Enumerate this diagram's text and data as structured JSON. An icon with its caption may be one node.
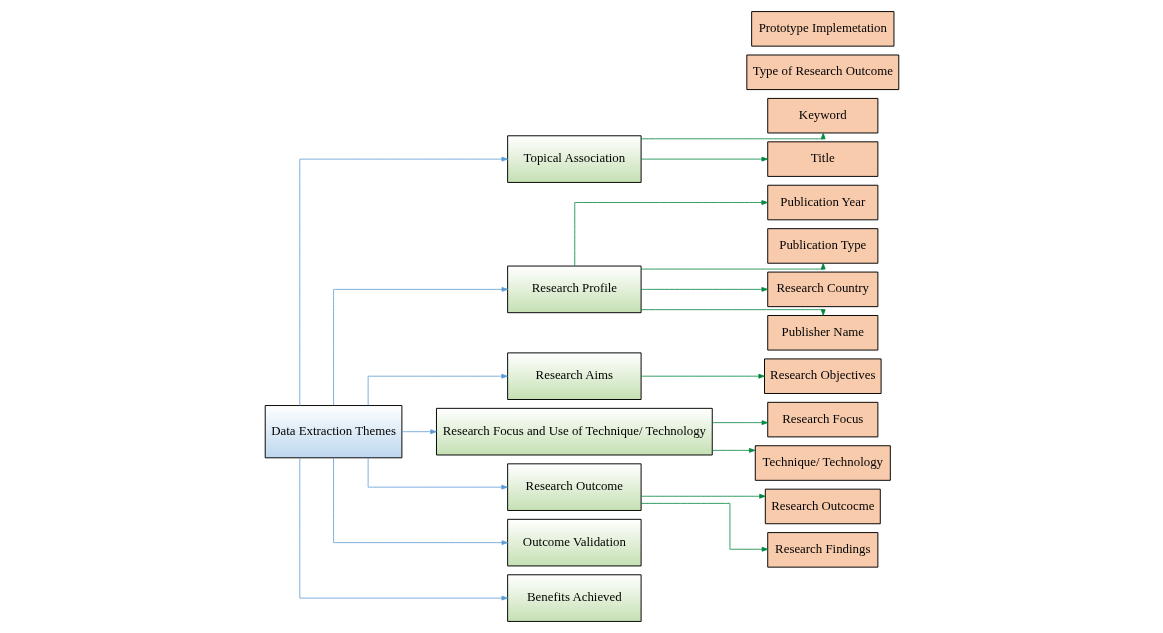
{
  "diagram": {
    "nodes": [
      {
        "text": [
          "Data Extraction Themes"
        ]
      },
      {
        "text": [
          "Topical Association"
        ]
      },
      {
        "text": [
          "Research Profile"
        ]
      },
      {
        "text": [
          "Research Aims"
        ]
      },
      {
        "text": [
          "Research Focus and Use of Technique/ Technology"
        ]
      },
      {
        "text": [
          "Research Outcome"
        ]
      },
      {
        "text": [
          "Outcome Validation"
        ]
      },
      {
        "text": [
          "Benefits Achieved"
        ]
      },
      {
        "text": [
          "Keyword"
        ]
      },
      {
        "text": [
          "Title"
        ]
      },
      {
        "text": [
          "Publication Year"
        ]
      },
      {
        "text": [
          "Publication Type"
        ]
      },
      {
        "text": [
          "Research Country"
        ]
      },
      {
        "text": [
          "Publisher Name"
        ]
      },
      {
        "text": [
          "Research Objectives"
        ]
      },
      {
        "text": [
          "Research Focus"
        ]
      },
      {
        "text": [
          "Technique/ Technology"
        ]
      },
      {
        "text": [
          "Research Outcocme"
        ]
      },
      {
        "text": [
          "Research Findings"
        ]
      },
      {
        "text": [
          "Type of Research Outcome"
        ]
      },
      {
        "text": [
          "Prototype Implemetation"
        ]
      }
    ],
    "edges": [
      {
        "from": 0,
        "to": 1,
        "arrow": "to",
        "color": "#5b9bd5"
      },
      {
        "from": 0,
        "to": 2,
        "arrow": "to",
        "color": "#5b9bd5"
      },
      {
        "from": 0,
        "to": 3,
        "arrow": "to",
        "color": "#5b9bd5"
      },
      {
        "from": 0,
        "to": 4,
        "arrow": "to",
        "color": "#5b9bd5"
      },
      {
        "from": 0,
        "to": 5,
        "arrow": "to",
        "color": "#5b9bd5"
      },
      {
        "from": 0,
        "to": 6,
        "arrow": "to",
        "color": "#5b9bd5"
      },
      {
        "from": 0,
        "to": 7,
        "arrow": "to",
        "color": "#5b9bd5"
      },
      {
        "from": 1,
        "to": 8,
        "arrow": "to"
      },
      {
        "from": 1,
        "to": 9,
        "arrow": "to"
      },
      {
        "from": 2,
        "to": 10,
        "arrow": "to"
      },
      {
        "from": 2,
        "to": 11,
        "arrow": "to"
      },
      {
        "from": 2,
        "to": 12,
        "arrow": "to"
      },
      {
        "from": 2,
        "to": 13,
        "arrow": "to"
      },
      {
        "from": 3,
        "to": 14,
        "arrow": "to"
      },
      {
        "from": 4,
        "to": 15,
        "arrow": "to"
      },
      {
        "from": 4,
        "to": 16,
        "arrow": "to"
      },
      {
        "from": 5,
        "to": 17,
        "arrow": "to"
      },
      {
        "from": 5,
        "to": 18,
        "arrow": "to"
      }
    ]
  }
}
